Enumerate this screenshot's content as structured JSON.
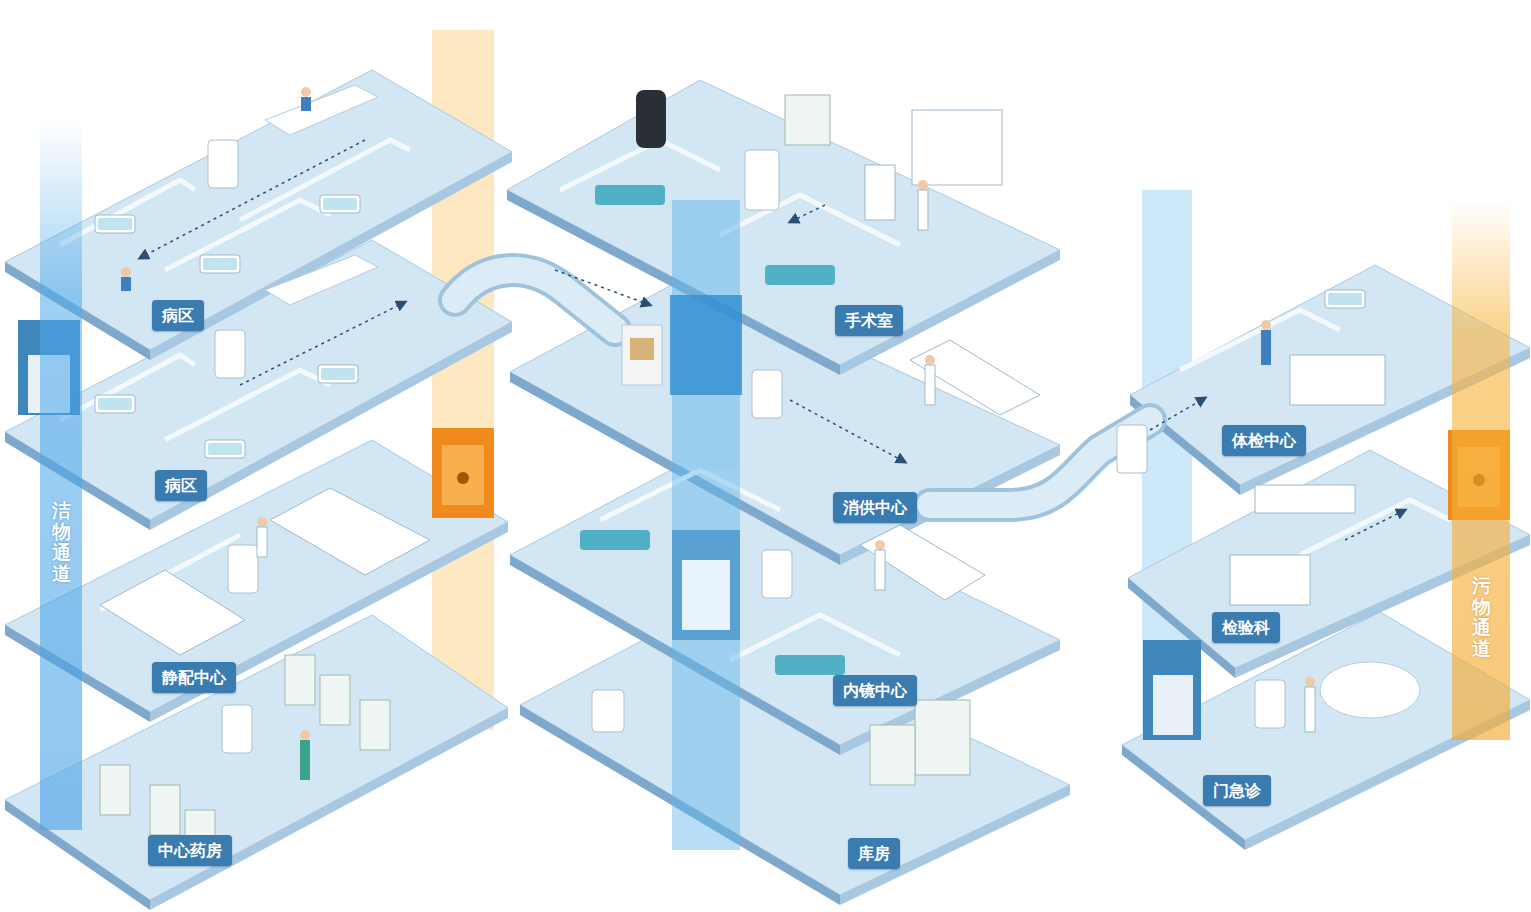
{
  "diagram": {
    "nodes": [
      {
        "text": [
          "病区"
        ]
      },
      {
        "text": [
          "病区"
        ]
      },
      {
        "text": [
          "洁物通道"
        ]
      },
      {
        "text": [
          "静配中心"
        ]
      },
      {
        "text": [
          "中心药房"
        ]
      },
      {
        "text": [
          "手术室"
        ]
      },
      {
        "text": [
          "消供中心"
        ]
      },
      {
        "text": [
          "内镜中心"
        ]
      },
      {
        "text": [
          "库房"
        ]
      },
      {
        "text": [
          "体检中心"
        ]
      },
      {
        "text": [
          "检验科"
        ]
      },
      {
        "text": [
          "门急诊"
        ]
      },
      {
        "text": [
          "污物通道"
        ]
      }
    ]
  }
}
